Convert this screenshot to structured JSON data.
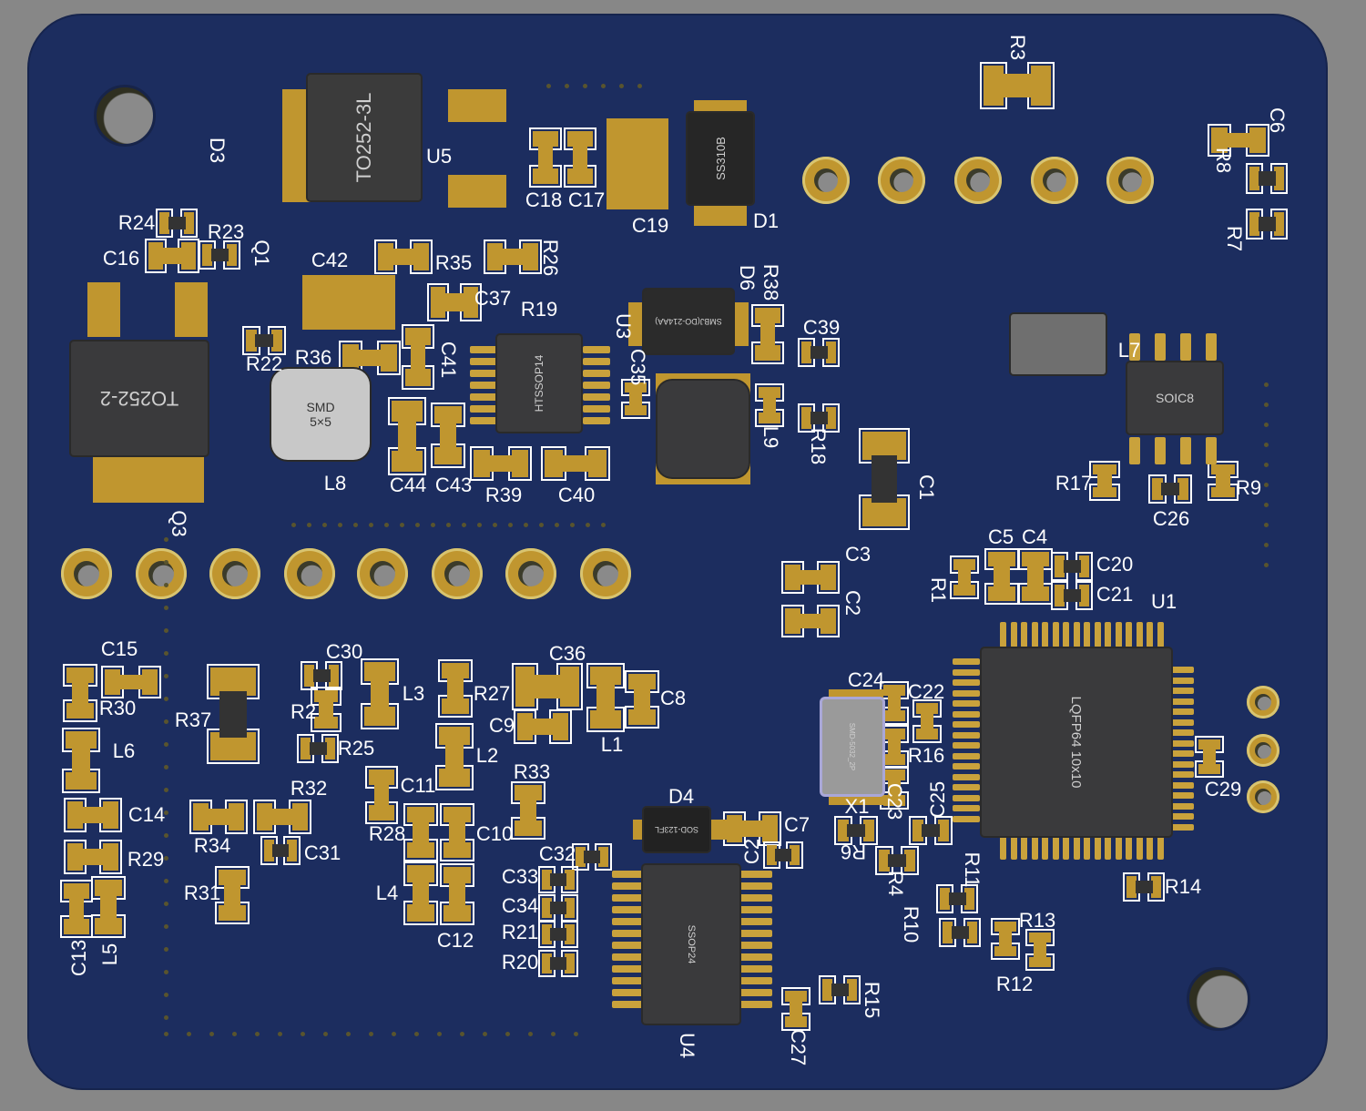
{
  "board": {
    "colors": {
      "board": "#1c2d5f",
      "copper": "#c0962f",
      "silkscreen": "#ffffff",
      "background": "#878787"
    },
    "component_markings": [
      "TO252-3L",
      "SS310B",
      "TO252-2",
      "SMD\n5×5",
      "HTSSOP14",
      "SMBJ(DO-214AA)",
      "SOIC8",
      "LQFP64 10x10",
      "SMD-5032_2P",
      "SOD-123FL",
      "SSOP24"
    ],
    "silkscreen_labels": [
      "R3",
      "C6",
      "R7",
      "R8",
      "D3",
      "R24",
      "R23",
      "C16",
      "Q1",
      "C42",
      "R35",
      "R26",
      "C37",
      "R19",
      "U3",
      "D6",
      "R38",
      "C35",
      "C39",
      "R22",
      "R36",
      "C41",
      "L9",
      "R18",
      "L8",
      "C44",
      "C43",
      "R39",
      "C40",
      "Q3",
      "C18",
      "C17",
      "C19",
      "D1",
      "U5",
      "L7",
      "C1",
      "R17",
      "R9",
      "C26",
      "C3",
      "C2",
      "R1",
      "C5",
      "C4",
      "C20",
      "C21",
      "U1",
      "C15",
      "R30",
      "R37",
      "L6",
      "C14",
      "R29",
      "R31",
      "C13",
      "L5",
      "C30",
      "R2",
      "L3",
      "R27",
      "R25",
      "C36",
      "C8",
      "C9",
      "L1",
      "L2",
      "R33",
      "R32",
      "C11",
      "R34",
      "C31",
      "R28",
      "C10",
      "D4",
      "C7",
      "C2",
      "C32",
      "C33",
      "C34",
      "R21",
      "R20",
      "L4",
      "C12",
      "U4",
      "C27",
      "R15",
      "C24",
      "C22",
      "R16",
      "C23",
      "X1",
      "R6",
      "C25",
      "R4",
      "R10",
      "R11",
      "R13",
      "R12",
      "R14",
      "C29"
    ]
  }
}
